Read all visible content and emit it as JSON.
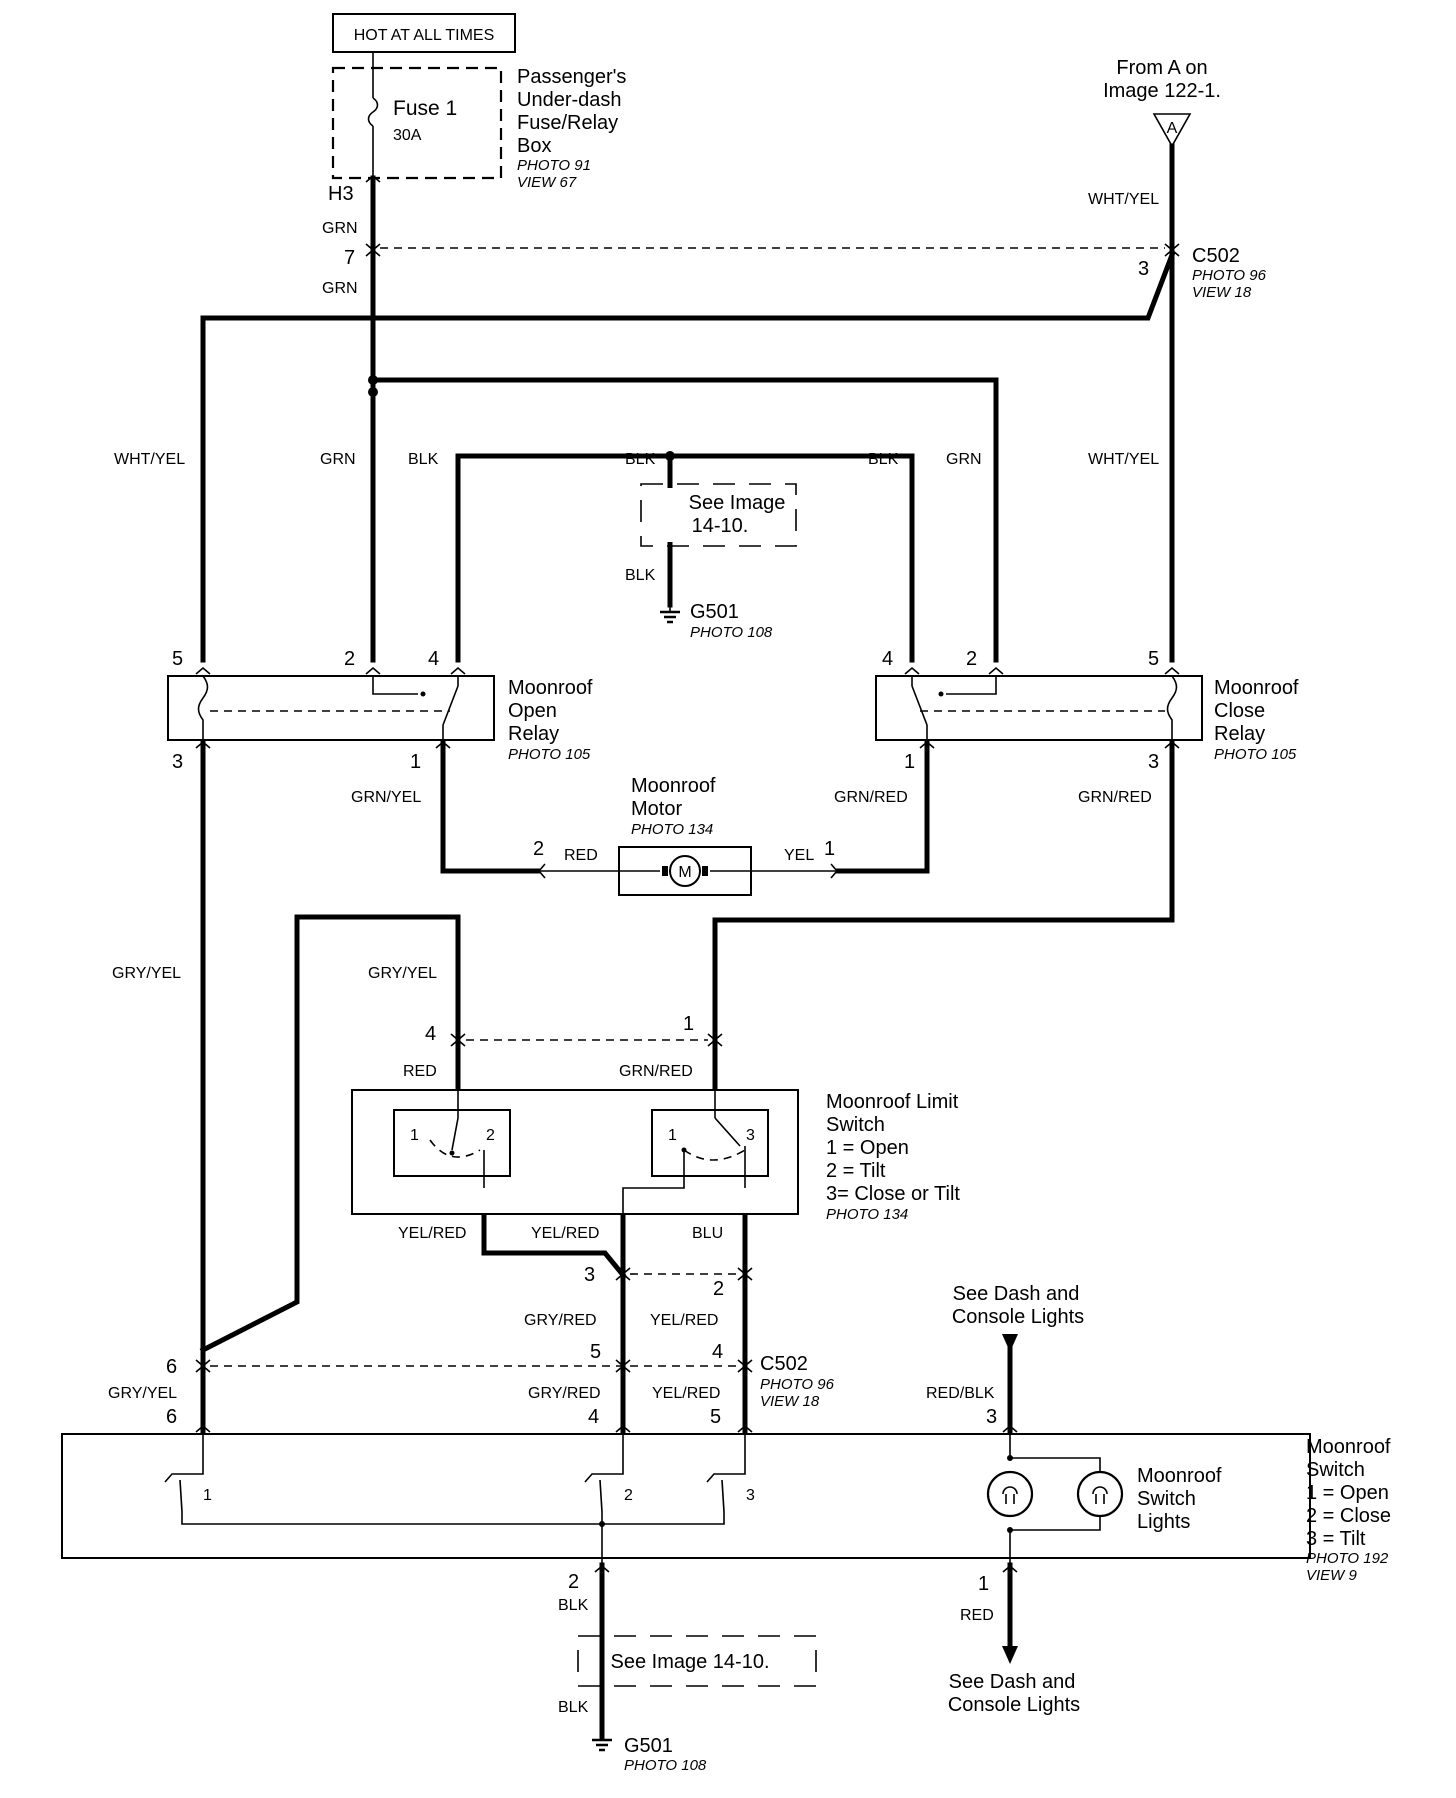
{
  "power_source": {
    "label": "HOT AT ALL TIMES"
  },
  "fuse_box": {
    "fuse_name": "Fuse 1",
    "fuse_rating": "30A",
    "title_lines": [
      "Passenger's",
      "Under-dash",
      "Fuse/Relay",
      "Box"
    ],
    "photo": "PHOTO 91",
    "view": "VIEW 67",
    "connector": "H3"
  },
  "from_ref": {
    "lines": [
      "From A on",
      "Image 122-1."
    ],
    "marker": "A"
  },
  "c502_top": {
    "name": "C502",
    "photo": "PHOTO 96",
    "view": "VIEW 18",
    "pin_left": "7",
    "pin_right": "3"
  },
  "wires": {
    "grn": "GRN",
    "wht_yel": "WHT/YEL",
    "blk": "BLK",
    "grn_yel": "GRN/YEL",
    "grn_red": "GRN/RED",
    "red": "RED",
    "yel": "YEL",
    "gry_yel": "GRY/YEL",
    "yel_red": "YEL/RED",
    "blu": "BLU",
    "gry_red": "GRY/RED",
    "red_blk": "RED/BLK"
  },
  "see_image": {
    "text_lines": [
      "See Image",
      "14-10."
    ],
    "text_single": "See Image 14-10."
  },
  "ground": {
    "name": "G501",
    "photo": "PHOTO 108"
  },
  "open_relay": {
    "lines": [
      "Moonroof",
      "Open",
      "Relay"
    ],
    "photo": "PHOTO 105",
    "pins": [
      "5",
      "2",
      "4",
      "3",
      "1"
    ]
  },
  "close_relay": {
    "lines": [
      "Moonroof",
      "Close",
      "Relay"
    ],
    "photo": "PHOTO 105",
    "pins": [
      "4",
      "2",
      "5",
      "1",
      "3"
    ]
  },
  "motor": {
    "lines": [
      "Moonroof",
      "Motor"
    ],
    "photo": "PHOTO 134",
    "symbol": "M",
    "pin_left": "2",
    "pin_right": "1"
  },
  "limit_switch": {
    "lines": [
      "Moonroof Limit",
      "Switch",
      "1 = Open",
      "2 = Tilt",
      "3=   Close or Tilt"
    ],
    "photo": "PHOTO 134",
    "left_contacts": [
      "1",
      "2"
    ],
    "right_contacts": [
      "1",
      "3"
    ],
    "pins": [
      "4",
      "1",
      "3",
      "2"
    ]
  },
  "c502_bottom": {
    "name": "C502",
    "photo": "PHOTO 96",
    "view": "VIEW 18",
    "pins": [
      "6",
      "5",
      "4"
    ]
  },
  "dash_lights_ref": {
    "lines": [
      "See Dash and",
      "Console Lights"
    ]
  },
  "moonroof_switch": {
    "lines": [
      "Moonroof",
      "Switch",
      "1 = Open",
      "2 = Close",
      "3 = Tilt"
    ],
    "photo": "PHOTO 192",
    "view": "VIEW 9",
    "lights_lines": [
      "Moonroof",
      "Switch",
      "Lights"
    ],
    "pins": [
      "6",
      "4",
      "5",
      "3",
      "2",
      "1"
    ],
    "contacts": [
      "1",
      "2",
      "3"
    ]
  }
}
